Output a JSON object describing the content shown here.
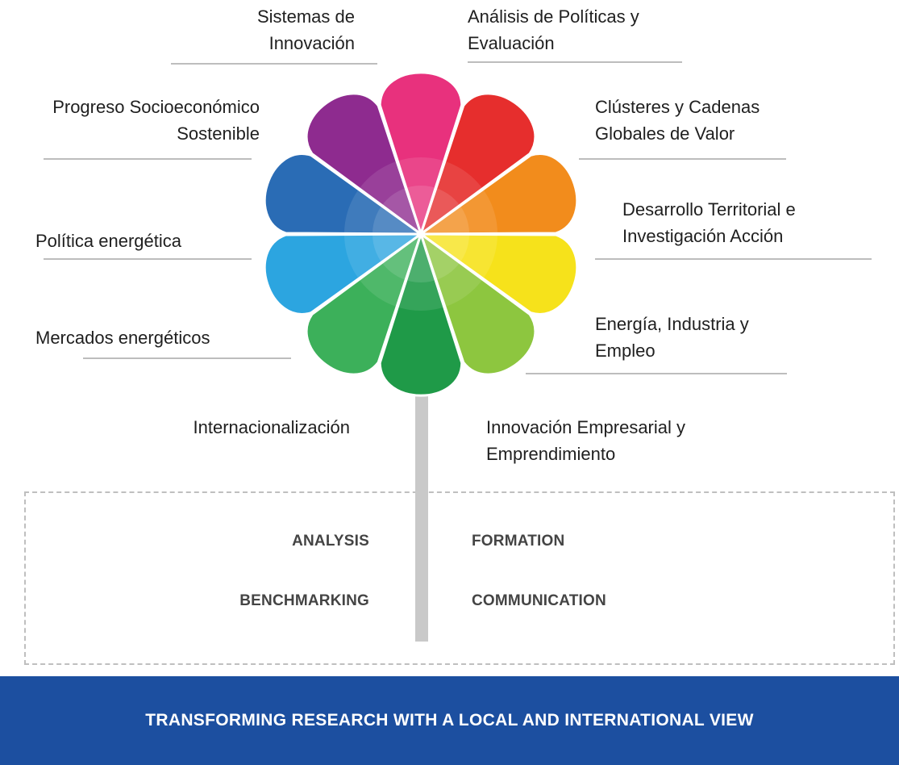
{
  "areas": [
    {
      "id": "sistemas",
      "lines": [
        "Sistemas de",
        "Innovación"
      ],
      "color": "#e8317d"
    },
    {
      "id": "analisis",
      "lines": [
        "Análisis de Políticas y",
        "Evaluación"
      ],
      "color": "#e62e2d"
    },
    {
      "id": "clusteres",
      "lines": [
        "Clústeres y Cadenas",
        "Globales de Valor"
      ],
      "color": "#f28c1c"
    },
    {
      "id": "desarrollo",
      "lines": [
        "Desarrollo Territorial e",
        "Investigación Acción"
      ],
      "color": "#f6e21b"
    },
    {
      "id": "energia",
      "lines": [
        "Energía, Industria y",
        "Empleo"
      ],
      "color": "#8dc63f"
    },
    {
      "id": "innovacion-empresarial",
      "lines": [
        "Innovación Empresarial y",
        "Emprendimiento"
      ],
      "color": "#1f9a48"
    },
    {
      "id": "internacionalizacion",
      "lines": [
        "Internacionalización"
      ],
      "color": "#3cb05a"
    },
    {
      "id": "mercados",
      "lines": [
        "Mercados energéticos"
      ],
      "color": "#2ca5e0"
    },
    {
      "id": "politica",
      "lines": [
        "Política energética"
      ],
      "color": "#2a6cb5"
    },
    {
      "id": "progreso",
      "lines": [
        "Progreso Socioeconómico",
        "Sostenible"
      ],
      "color": "#8e2b8f"
    }
  ],
  "activities": {
    "analysis": "ANALYSIS",
    "formation": "FORMATION",
    "benchmarking": "BENCHMARKING",
    "communication": "COMMUNICATION"
  },
  "banner": {
    "text": "TRANSFORMING RESEARCH WITH A LOCAL AND INTERNATIONAL VIEW",
    "color": "#1c4fa0"
  }
}
